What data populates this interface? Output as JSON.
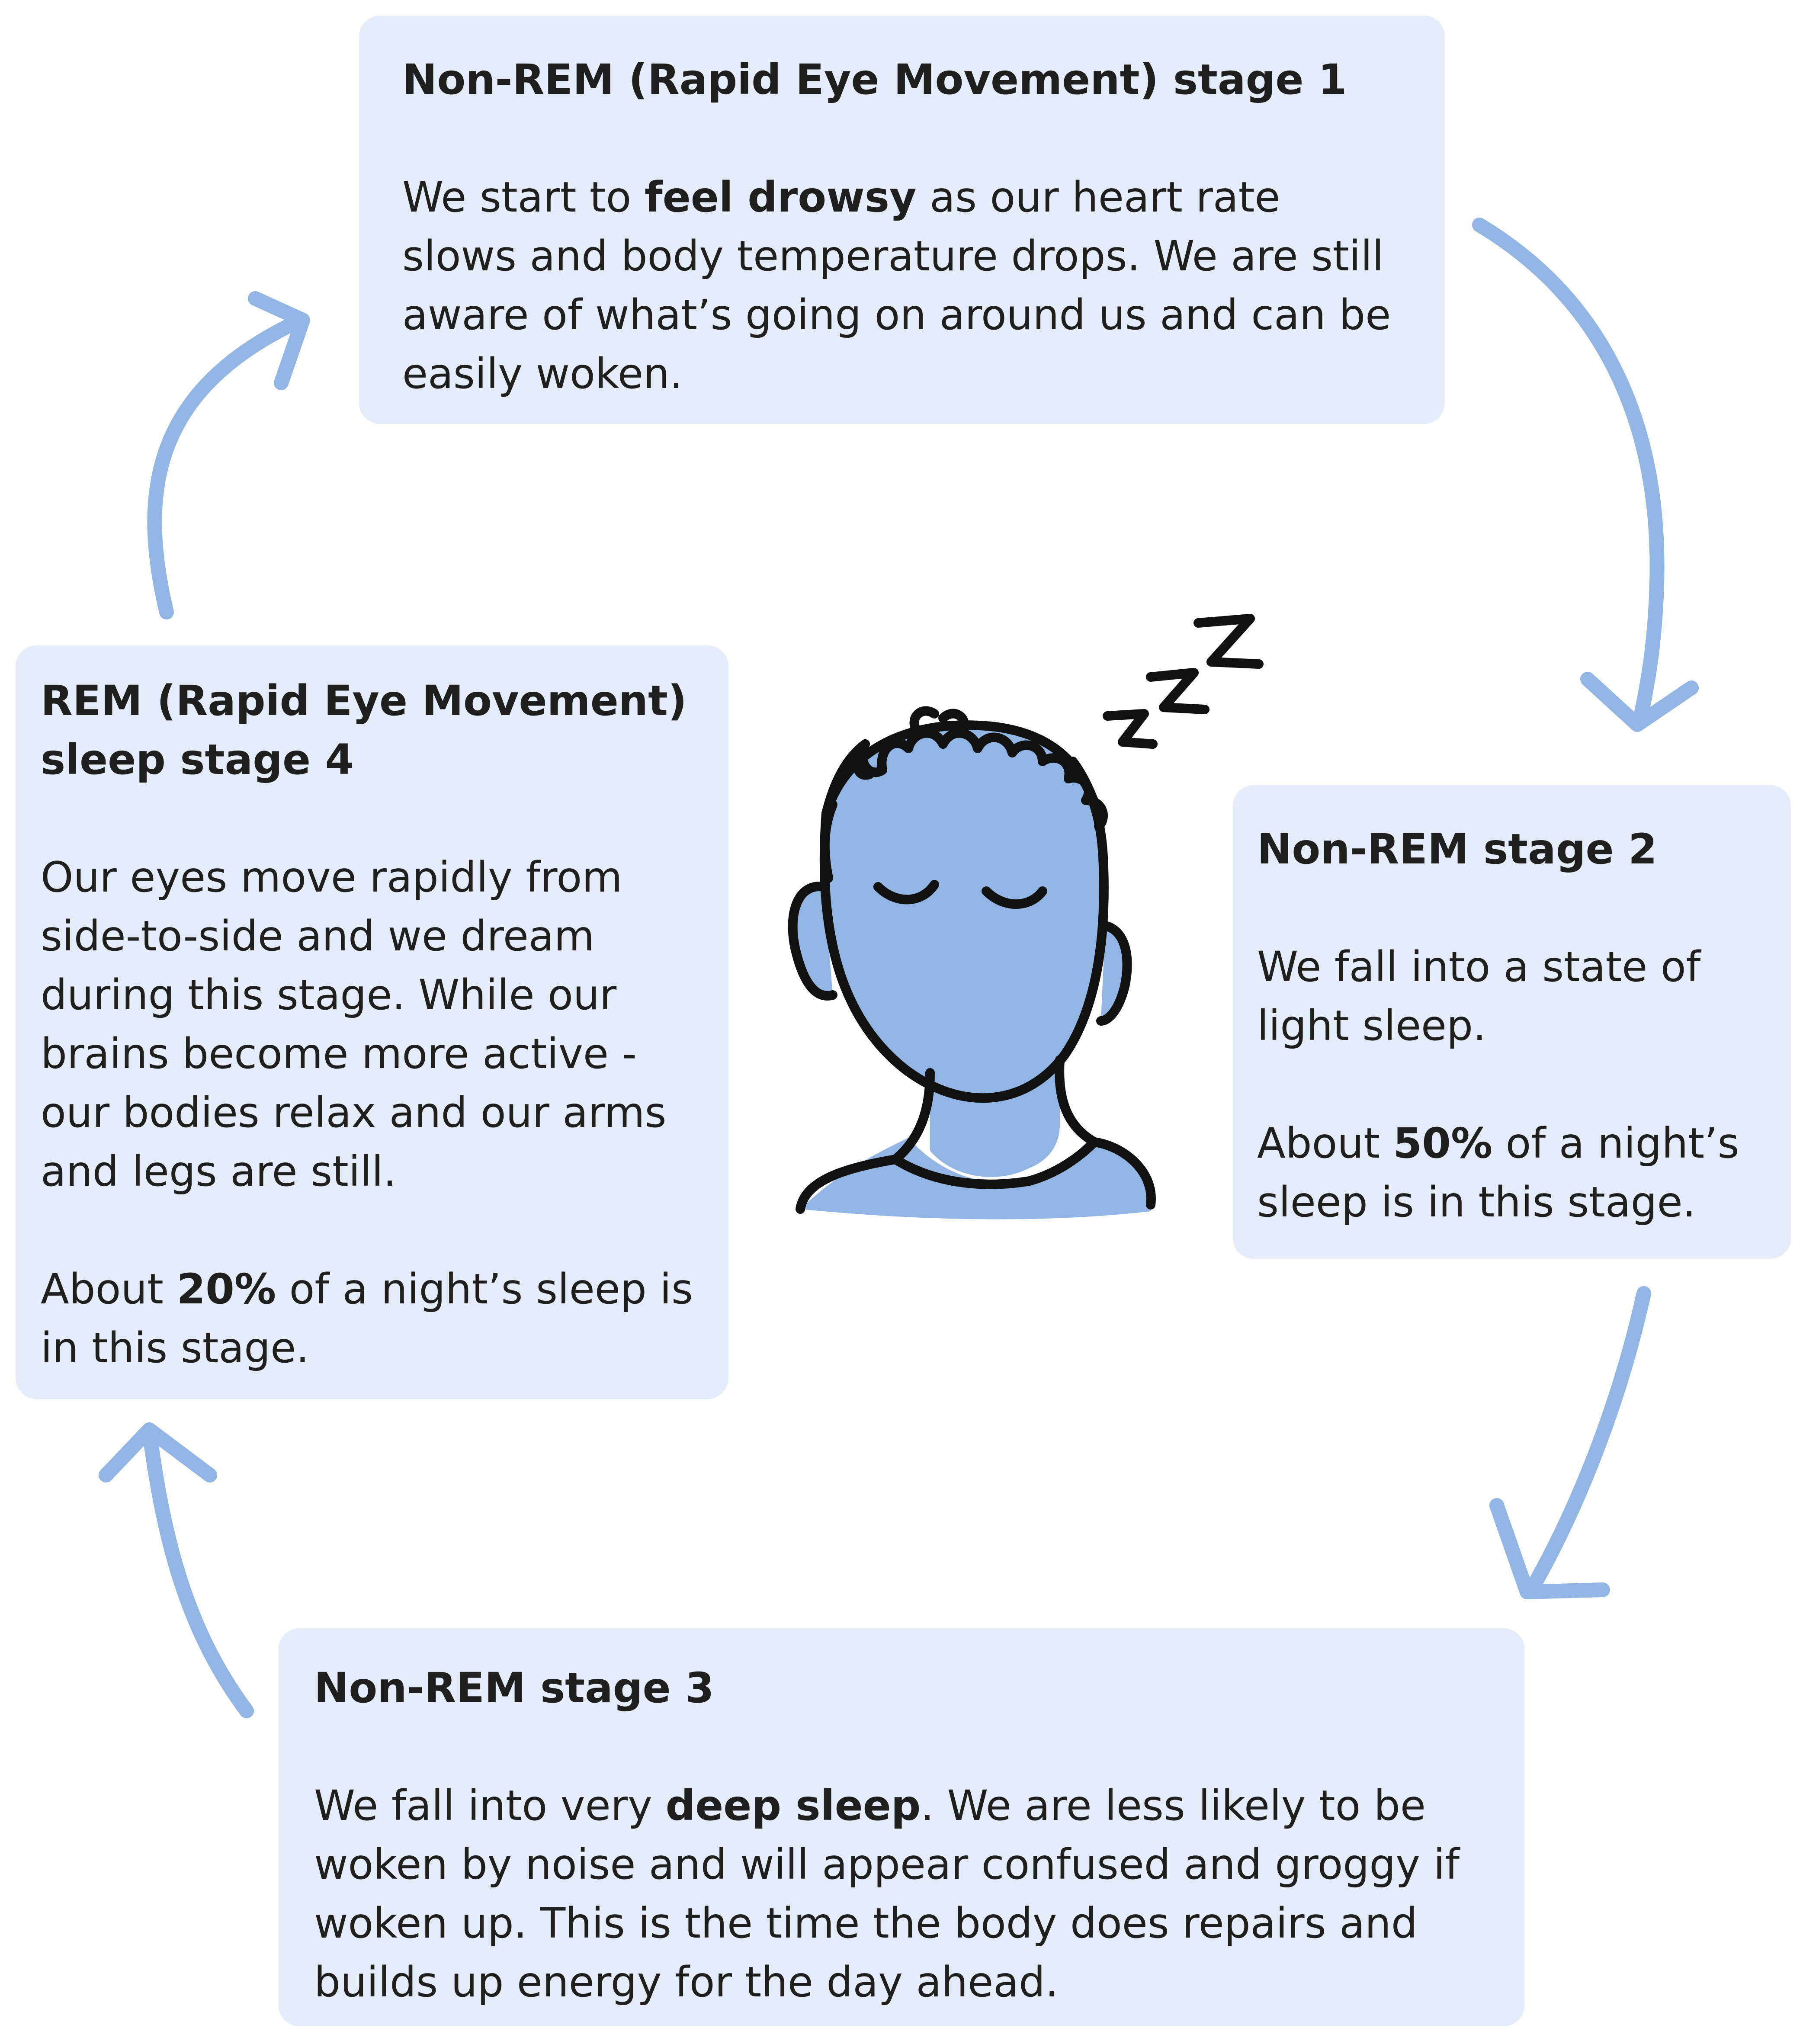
{
  "stages": [
    {
      "title": "Non-REM (Rapid Eye Movement) stage 1",
      "text": {
        "before": "We start to ",
        "bold": "feel drowsy",
        "after": " as our heart rate slows and body temperature drops. We are still aware of what’s going on around us and can be easily woken."
      }
    },
    {
      "title": "Non-REM stage 2",
      "text": "We fall into a state of light sleep.",
      "share": {
        "before": "About ",
        "bold": "50%",
        "after": " of a night’s sleep is in this stage."
      }
    },
    {
      "title": "Non-REM stage 3",
      "text": {
        "before": "We fall into very ",
        "bold": "deep sleep",
        "after": ". We are less likely to be woken by noise and will appear confused and groggy if woken up. This is the time the body does repairs and builds up energy for the day ahead."
      }
    },
    {
      "title": "REM (Rapid Eye Movement) sleep stage 4",
      "text": "Our eyes move rapidly from side-to-side and we dream during this stage. While our brains become more active - our bodies relax and our arms and legs are still.",
      "share": {
        "before": "About ",
        "bold": "20%",
        "after": " of a night’s sleep is in this stage."
      }
    }
  ],
  "colors": {
    "card_fill": "#e3ecf8",
    "arrow": "#93b5e3",
    "face_fill": "#93b5e3",
    "outline": "#111111",
    "text": "#1f1f1f"
  },
  "icons": [
    "sleeping-person-icon",
    "zzz-icon",
    "cycle-arrow-icon"
  ]
}
